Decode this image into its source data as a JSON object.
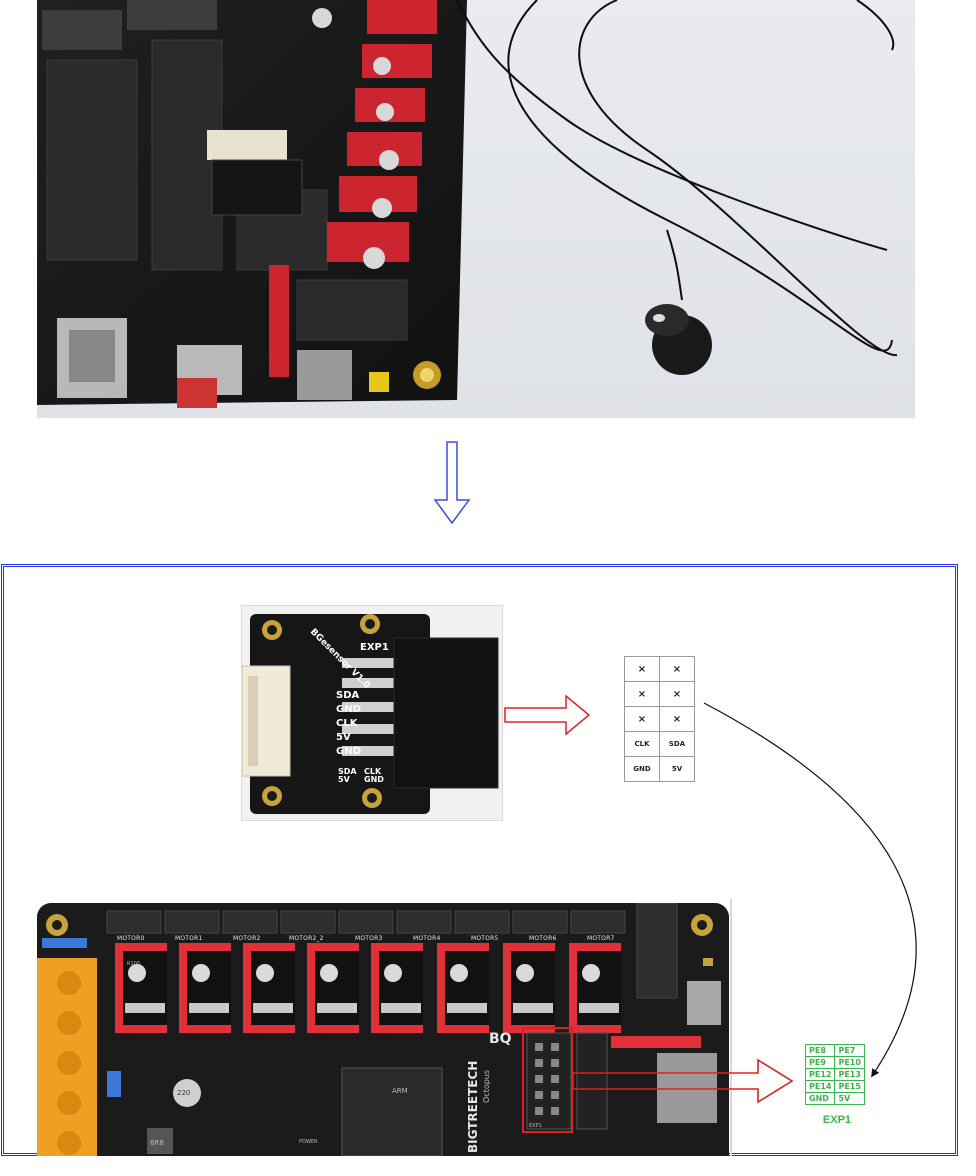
{
  "module": {
    "name_text": "BGesensor V1.0",
    "header_label": "EXP1",
    "pin_labels": [
      "SDA",
      "GND",
      "CLK",
      "5V",
      "GND"
    ],
    "bottom_labels": [
      "SDA",
      "CLK",
      "5V",
      "GND"
    ]
  },
  "pin_grid": {
    "rows": [
      [
        "×",
        "×"
      ],
      [
        "×",
        "×"
      ],
      [
        "×",
        "×"
      ],
      [
        "CLK",
        "SDA"
      ],
      [
        "GND",
        "5V"
      ]
    ]
  },
  "board": {
    "brand": "BIGTREETECH",
    "model": "Octopus",
    "logo": "BQ",
    "motors": [
      "MOTOR0",
      "MOTOR1",
      "MOTOR2",
      "MOTOR2_2",
      "MOTOR3",
      "MOTOR4",
      "MOTOR5",
      "MOTOR6",
      "MOTOR7"
    ],
    "driver_marking": "R100",
    "exp_label": "EXP1",
    "power_label": "POWER",
    "chip_texts": [
      "ARM",
      "220",
      "6R8"
    ]
  },
  "exp1": {
    "caption": "EXP1",
    "rows": [
      [
        "PE8",
        "PE7"
      ],
      [
        "PE9",
        "PE10"
      ],
      [
        "PE12",
        "PE13"
      ],
      [
        "PE14",
        "PE15"
      ],
      [
        "GND",
        "5V"
      ]
    ]
  },
  "colors": {
    "frame": "#2a2fe0",
    "arrow_red": "#e02020",
    "exp1_green": "#39b54a",
    "arrow_blue": "#3a4fd8"
  }
}
